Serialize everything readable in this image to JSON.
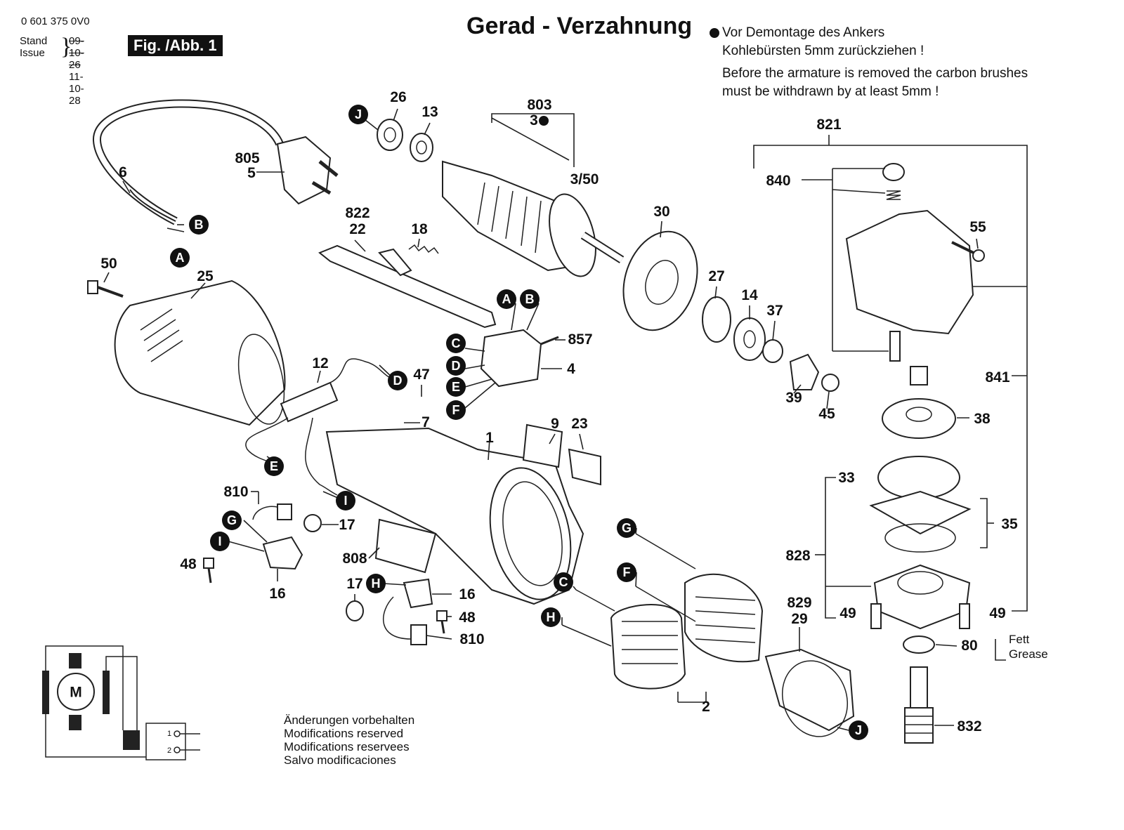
{
  "header": {
    "part_code": "0 601 375 0V0",
    "stand_label": "Stand",
    "issue_label": "Issue",
    "stand_date": "09-10-26",
    "issue_date": "11-10-28",
    "figure_badge": "Fig. /Abb. 1"
  },
  "title": "Gerad - Verzahnung",
  "note": {
    "de_line1": "Vor Demontage des Ankers",
    "de_line2": "Kohlebürsten 5mm zurückziehen !",
    "en_line1": "Before the armature is removed the carbon brushes",
    "en_line2": "must be withdrawn by at least 5mm !"
  },
  "disclaimer": [
    "Änderungen vorbehalten",
    "Modifications reserved",
    "Modifications reservees",
    "Salvo modificaciones"
  ],
  "grease_note": {
    "de": "Fett",
    "en": "Grease"
  },
  "schematic": {
    "motor_label": "M",
    "switch_pos_1": "1",
    "switch_pos_2": "2"
  },
  "part_numbers": {
    "p26": "26",
    "p13": "13",
    "p803": "803",
    "p3": "3",
    "p805": "805",
    "p5": "5",
    "p6": "6",
    "p3_50": "3/50",
    "p822": "822",
    "p22": "22",
    "p18": "18",
    "p30": "30",
    "p50": "50",
    "p25": "25",
    "p27": "27",
    "p14": "14",
    "p37": "37",
    "p857": "857",
    "p4": "4",
    "p12": "12",
    "p47": "47",
    "p7": "7",
    "p39": "39",
    "p45": "45",
    "p9": "9",
    "p23": "23",
    "p1": "1",
    "p810a": "810",
    "p17a": "17",
    "p48a": "48",
    "p16a": "16",
    "p808": "808",
    "p17b": "17",
    "p16b": "16",
    "p48b": "48",
    "p810b": "810",
    "p2": "2",
    "p829": "829",
    "p29": "29",
    "p821": "821",
    "p840": "840",
    "p55": "55",
    "p841": "841",
    "p38": "38",
    "p33": "33",
    "p35": "35",
    "p828": "828",
    "p49a": "49",
    "p49b": "49",
    "p80": "80",
    "p832": "832"
  },
  "connector_labels": {
    "A": "A",
    "B": "B",
    "C": "C",
    "D": "D",
    "E": "E",
    "F": "F",
    "G": "G",
    "H": "H",
    "I": "I",
    "J": "J"
  }
}
